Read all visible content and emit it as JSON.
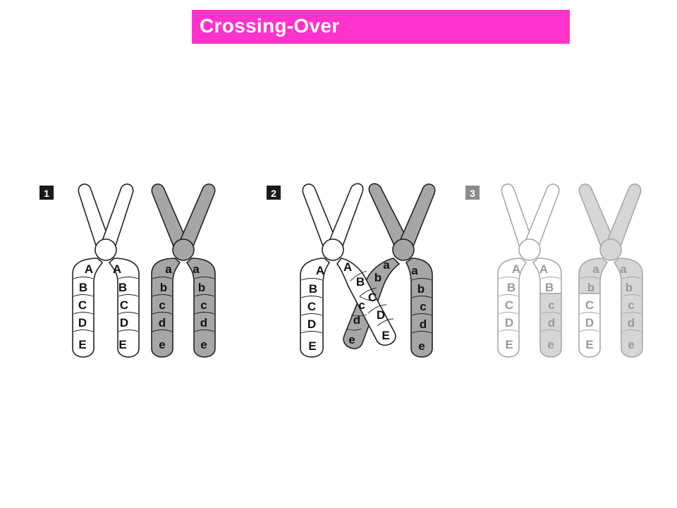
{
  "title": "Crossing-Over",
  "colors": {
    "title_bg": "#ff33cc",
    "title_text": "#ffffff",
    "outline": "#222222",
    "maternal_fill": "#ffffff",
    "paternal_fill": "#a6a6a6",
    "faded_outline": "#a8a8a8",
    "faded_paternal_fill": "#d6d6d6",
    "faded_text": "#9a9a9a",
    "badge": "#1a1a1a",
    "badge_faded": "#8c8c8c"
  },
  "steps": [
    {
      "number": "1",
      "chromosomes": [
        {
          "shade": "light",
          "left_chromatid": [
            "A",
            "B",
            "C",
            "D",
            "E"
          ],
          "right_chromatid": [
            "A",
            "B",
            "C",
            "D",
            "E"
          ]
        },
        {
          "shade": "dark",
          "left_chromatid": [
            "a",
            "b",
            "c",
            "d",
            "e"
          ],
          "right_chromatid": [
            "a",
            "b",
            "c",
            "d",
            "e"
          ]
        }
      ]
    },
    {
      "number": "2",
      "chromosomes": [
        {
          "shade": "light",
          "left_chromatid": [
            "A",
            "B",
            "C",
            "D",
            "E"
          ],
          "crossing_chromatid": [
            "A",
            "B",
            "C",
            "D",
            "E"
          ]
        },
        {
          "shade": "dark",
          "crossing_chromatid": [
            "a",
            "b",
            "c",
            "d",
            "e"
          ],
          "right_chromatid": [
            "a",
            "b",
            "c",
            "d",
            "e"
          ]
        }
      ]
    },
    {
      "number": "3",
      "chromosomes": [
        {
          "shade": "light",
          "left_chromatid": [
            "A",
            "B",
            "C",
            "D",
            "E"
          ],
          "right_chromatid": [
            "A",
            "B",
            "c",
            "d",
            "e"
          ]
        },
        {
          "shade": "dark",
          "left_chromatid": [
            "a",
            "b",
            "C",
            "D",
            "E"
          ],
          "right_chromatid": [
            "a",
            "b",
            "c",
            "d",
            "e"
          ]
        }
      ]
    }
  ]
}
